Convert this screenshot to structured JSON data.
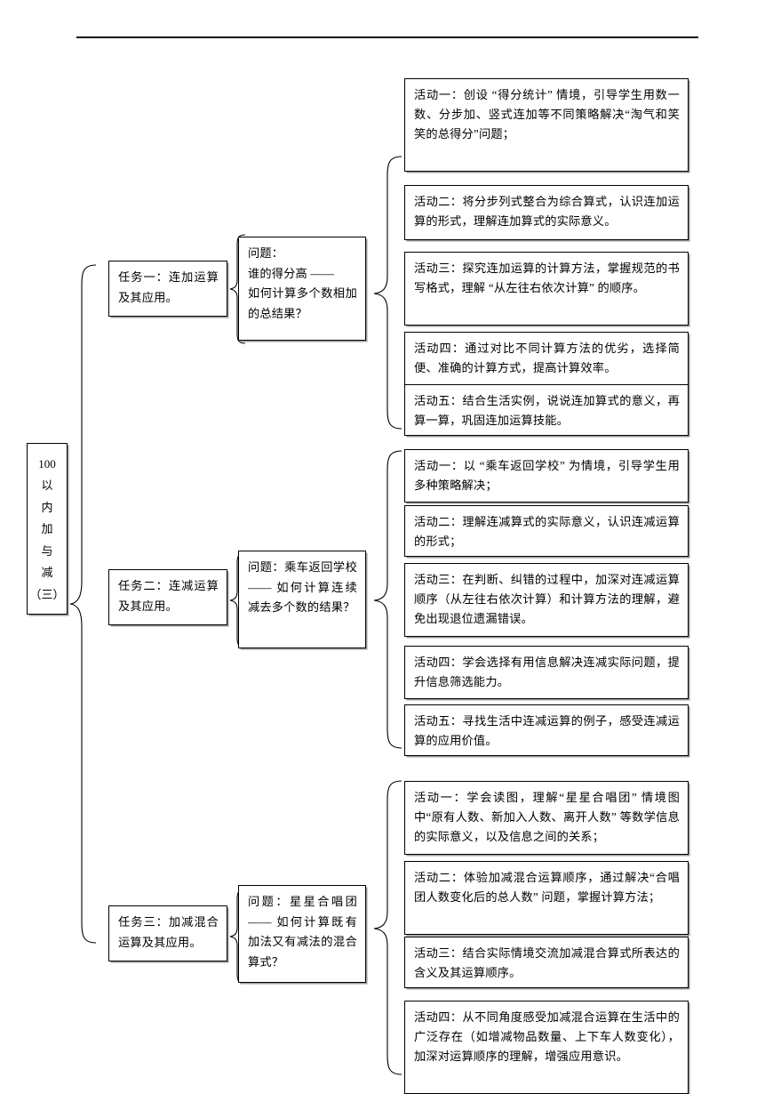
{
  "document": {
    "title": "100以内加与减（三）单元思维导图",
    "root": {
      "chars": [
        "100",
        "以",
        "内",
        "加",
        "与",
        "减",
        "（三）"
      ]
    },
    "branches": [
      {
        "task_label": "任务一：连加运算及其应用。",
        "problem_label": "问题：\n谁的得分高 ——\n如何计算多个数相加的总结果？",
        "activities": [
          "活动一：创设 “得分统计” 情境，引导学生用数一数、分步加、竖式连加等不同策略解决“淘气和笑笑的总得分”问题；",
          "活动二：将分步列式整合为综合算式，认识连加运算的形式，理解连加算式的实际意义。",
          "活动三：探究连加运算的计算方法，掌握规范的书写格式，理解 “从左往右依次计算” 的顺序。",
          "活动四：通过对比不同计算方法的优劣，选择简便、准确的计算方式，提高计算效率。",
          "活动五：结合生活实例，说说连加算式的意义，再算一算，巩固连加运算技能。"
        ]
      },
      {
        "task_label": "任务二：连减运算及其应用。",
        "problem_label": "问题：乘车返回学校 —— 如何计算连续减去多个数的结果？",
        "activities": [
          "活动一：以 “乘车返回学校” 为情境，引导学生用多种策略解决；",
          "活动二：理解连减算式的实际意义，认识连减运算的形式；",
          "活动三：在判断、纠错的过程中，加深对连减运算顺序（从左往右依次计算）和计算方法的理解，避免出现退位遗漏错误。",
          "活动四：学会选择有用信息解决连减实际问题，提升信息筛选能力。",
          "活动五：寻找生活中连减运算的例子，感受连减运算的应用价值。"
        ]
      },
      {
        "task_label": "任务三：加减混合运算及其应用。",
        "problem_label": "问题：星星合唱团 —— 如何计算既有加法又有减法的混合算式？",
        "activities": [
          "活动一：学会读图，理解“星星合唱团” 情境图中“原有人数、新加入人数、离开人数” 等数学信息的实际意义，以及信息之间的关系；",
          "活动二：体验加减混合运算顺序，通过解决“合唱团人数变化后的总人数” 问题，掌握计算方法；",
          "活动三：结合实际情境交流加减混合算式所表达的含义及其运算顺序。",
          "活动四：从不同角度感受加减混合运算在生活中的广泛存在（如增减物品数量、上下车人数变化），加深对运算顺序的理解，增强应用意识。"
        ]
      }
    ],
    "colors": {
      "border": "#000000",
      "shadow": "#9a9a9a",
      "rule": "#1a1a1a",
      "background": "#ffffff"
    }
  }
}
